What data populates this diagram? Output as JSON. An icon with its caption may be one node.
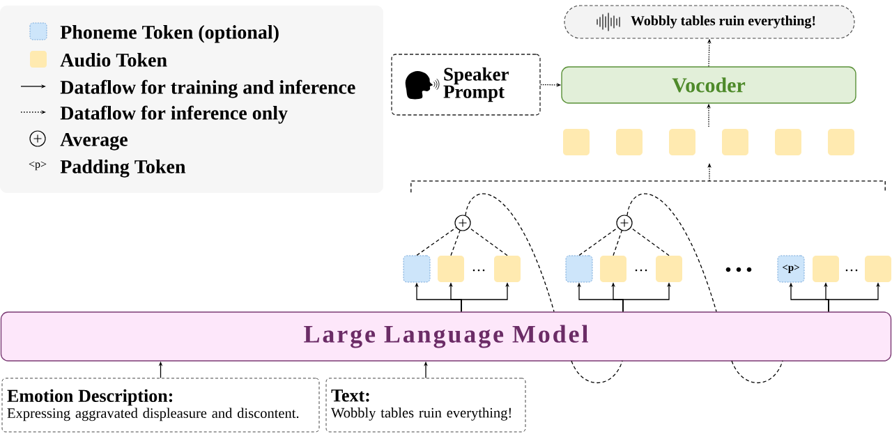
{
  "diagram": {
    "nodes": [
      {
        "text": [
          "Wobbly tables ruin everything!"
        ]
      },
      {
        "text": [
          "Speaker Prompt"
        ]
      },
      {
        "text": [
          "Vocoder"
        ]
      },
      {
        "text": [],
        "shape": "box"
      },
      {
        "text": [],
        "shape": "box"
      },
      {
        "text": [],
        "shape": "box"
      },
      {
        "text": [],
        "shape": "box"
      },
      {
        "text": [],
        "shape": "box"
      },
      {
        "text": [],
        "shape": "box"
      },
      {
        "text": [],
        "shape": "bracket"
      },
      {
        "text": [],
        "shape": "circle"
      },
      {
        "text": [],
        "shape": "circle"
      },
      {
        "text": [],
        "shape": "box"
      },
      {
        "text": [],
        "shape": "box"
      },
      {
        "text": [],
        "shape": "box"
      },
      {
        "text": [],
        "shape": "box"
      },
      {
        "text": [],
        "shape": "box"
      },
      {
        "text": [],
        "shape": "box"
      },
      {
        "text": [
          "<p>"
        ]
      },
      {
        "text": [],
        "shape": "box"
      },
      {
        "text": [],
        "shape": "box"
      },
      {
        "text": [
          "Large Language Model"
        ]
      },
      {
        "text": [
          "Emotion Description:",
          "Expressing aggravated displeasure and discontent."
        ]
      },
      {
        "text": [
          "Text:",
          "Wobbly tables ruin everything!"
        ]
      }
    ],
    "edges": [
      {
        "from": 2,
        "to": 0,
        "arrow": "to",
        "style": "dashed"
      },
      {
        "from": 1,
        "to": 2,
        "arrow": "to",
        "style": "dashed"
      },
      {
        "from": null,
        "to": 2,
        "arrow": "to",
        "style": "dashed"
      },
      {
        "from": 9,
        "to": null,
        "arrow": "to",
        "style": "dashed"
      },
      {
        "from": 12,
        "to": 10,
        "arrow": "none",
        "style": "dashed"
      },
      {
        "from": 13,
        "to": 10,
        "arrow": "none",
        "style": "dashed"
      },
      {
        "from": 14,
        "to": 10,
        "arrow": "none",
        "style": "dashed"
      },
      {
        "from": 10,
        "to": 21,
        "arrow": "none",
        "style": "dashed"
      },
      {
        "from": 15,
        "to": 11,
        "arrow": "none",
        "style": "dashed"
      },
      {
        "from": 16,
        "to": 11,
        "arrow": "none",
        "style": "dashed"
      },
      {
        "from": 17,
        "to": 11,
        "arrow": "none",
        "style": "dashed"
      },
      {
        "from": 11,
        "to": 21,
        "arrow": "none",
        "style": "dashed"
      },
      {
        "from": 21,
        "to": 12,
        "arrow": "to"
      },
      {
        "from": 21,
        "to": 13,
        "arrow": "to"
      },
      {
        "from": 21,
        "to": 14,
        "arrow": "to"
      },
      {
        "from": 21,
        "to": 15,
        "arrow": "to"
      },
      {
        "from": 21,
        "to": 16,
        "arrow": "to"
      },
      {
        "from": 21,
        "to": 17,
        "arrow": "to"
      },
      {
        "from": 21,
        "to": 18,
        "arrow": "to"
      },
      {
        "from": 21,
        "to": 19,
        "arrow": "to"
      },
      {
        "from": 21,
        "to": 20,
        "arrow": "to"
      },
      {
        "from": 22,
        "to": 21,
        "arrow": "to"
      },
      {
        "from": 23,
        "to": 21,
        "arrow": "to"
      }
    ],
    "labels": [
      "<p>"
    ],
    "legend": [
      {
        "text": "Phoneme Token (optional)",
        "color": "#cde5fa"
      },
      {
        "text": "Audio Token",
        "color": "#ffeab0"
      },
      {
        "text": "Dataflow for training and inference"
      },
      {
        "text": "Dataflow for inference only"
      },
      {
        "text": "Average"
      },
      {
        "text": "Padding Token"
      }
    ]
  }
}
